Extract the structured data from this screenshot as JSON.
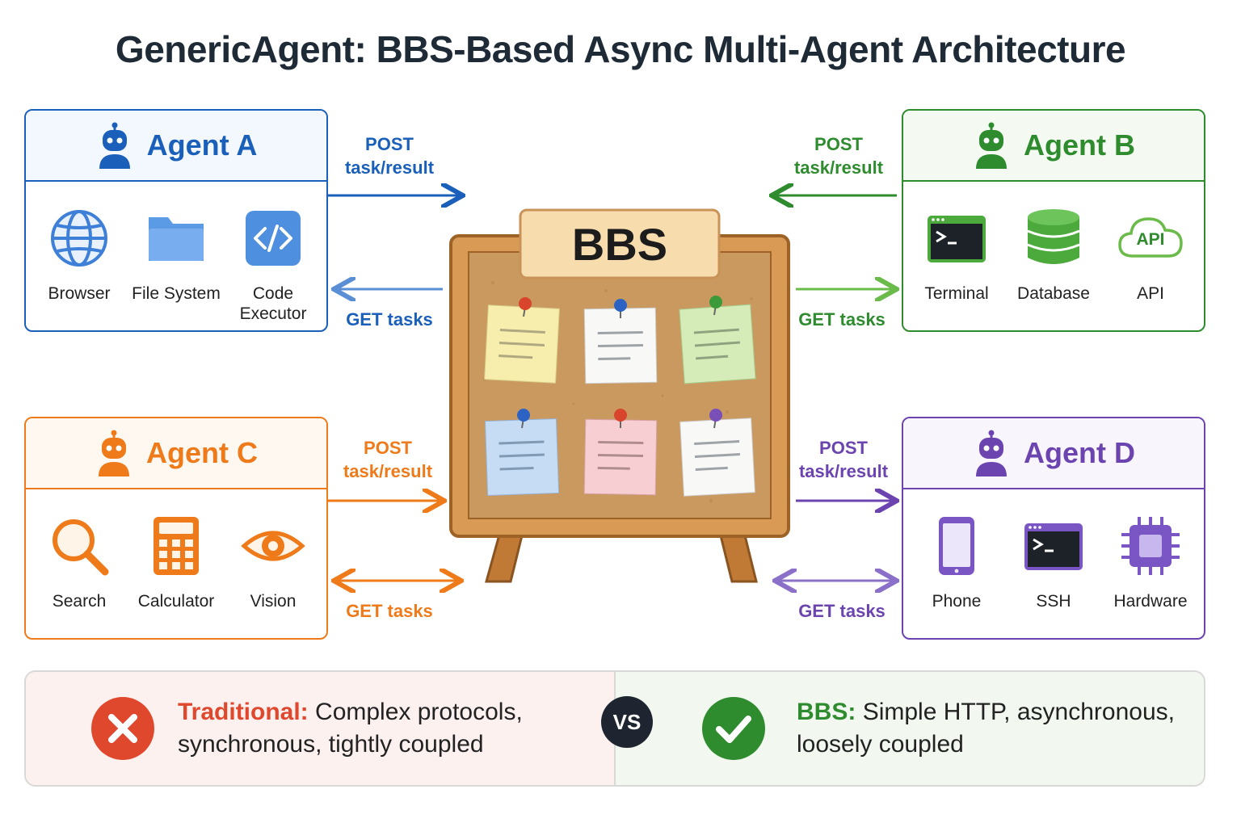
{
  "title": "GenericAgent: BBS-Based Async Multi-Agent Architecture",
  "colors": {
    "a": "#1a5fba",
    "b": "#2e8b2e",
    "c": "#ee7a1a",
    "d": "#6b44b0",
    "bad": "#e0482e",
    "good": "#2e8b2e"
  },
  "agents": {
    "a": {
      "name": "Agent A",
      "tools": [
        {
          "label": "Browser",
          "icon": "globe-icon"
        },
        {
          "label": "File System",
          "icon": "folder-icon"
        },
        {
          "label": "Code Executor",
          "icon": "code-icon"
        }
      ]
    },
    "b": {
      "name": "Agent B",
      "tools": [
        {
          "label": "Terminal",
          "icon": "terminal-icon"
        },
        {
          "label": "Database",
          "icon": "database-icon"
        },
        {
          "label": "API",
          "icon": "cloud-api-icon",
          "badge": "API"
        }
      ]
    },
    "c": {
      "name": "Agent C",
      "tools": [
        {
          "label": "Search",
          "icon": "magnifier-icon"
        },
        {
          "label": "Calculator",
          "icon": "calculator-icon"
        },
        {
          "label": "Vision",
          "icon": "eye-icon"
        }
      ]
    },
    "d": {
      "name": "Agent D",
      "tools": [
        {
          "label": "Phone",
          "icon": "phone-icon"
        },
        {
          "label": "SSH",
          "icon": "ssh-terminal-icon"
        },
        {
          "label": "Hardware",
          "icon": "chip-icon"
        }
      ]
    }
  },
  "flows": {
    "post_line1": "POST",
    "post_line2": "task/result",
    "get": "GET tasks"
  },
  "board": {
    "title": "BBS"
  },
  "compare": {
    "traditional_key": "Traditional:",
    "traditional_text": "Complex protocols, synchronous, tightly coupled",
    "vs": "VS",
    "bbs_key": "BBS:",
    "bbs_text": "Simple HTTP, asynchronous, loosely coupled"
  }
}
